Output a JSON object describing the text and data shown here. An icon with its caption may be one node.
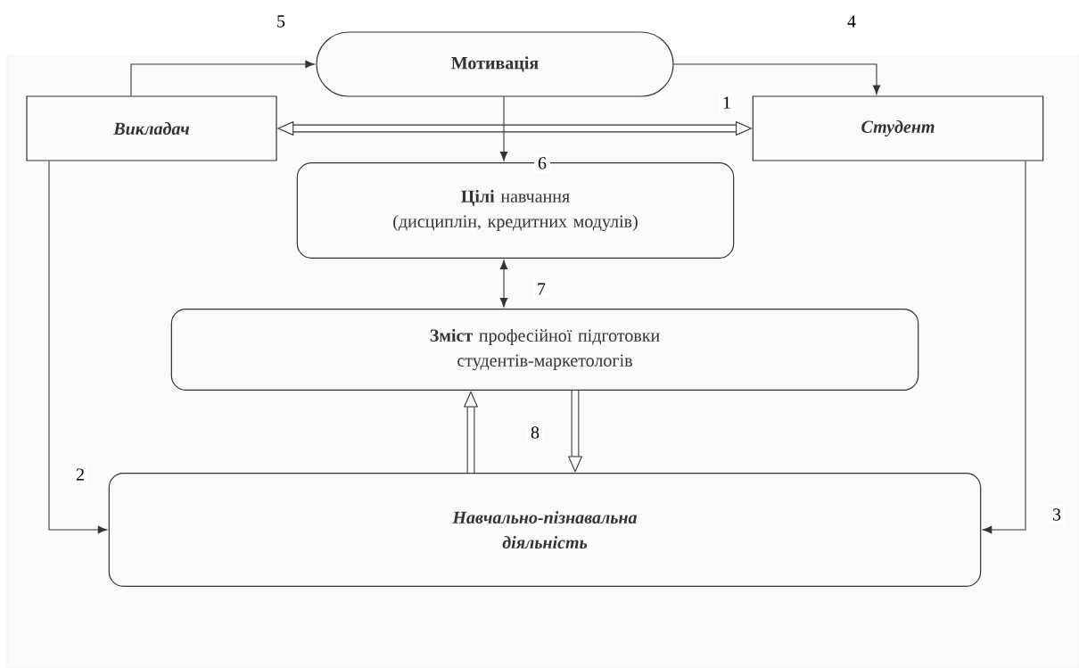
{
  "diagram": {
    "nodes": [
      {
        "text": [
          "Мотивація"
        ]
      },
      {
        "text": [
          "Викладач"
        ]
      },
      {
        "text": [
          "Студент"
        ]
      },
      {
        "text": [
          "**Цілі** навчання",
          "(дисциплін, кредитних модулів)"
        ]
      },
      {
        "text": [
          "**Зміст** професійної підготовки студентів-маркетологів"
        ]
      },
      {
        "text": [
          "Навчально-пізнавальна діяльність"
        ]
      }
    ],
    "edges": [
      {
        "from": 1,
        "to": 0,
        "arrow": "to",
        "label": "5"
      },
      {
        "from": 0,
        "to": 2,
        "arrow": "to",
        "label": "4"
      },
      {
        "from": 1,
        "to": 2,
        "arrow": "both",
        "style": "thick",
        "label": "1"
      },
      {
        "from": 0,
        "to": 3,
        "arrow": "to",
        "label": "6"
      },
      {
        "from": 3,
        "to": 4,
        "arrow": "both",
        "label": "7"
      },
      {
        "from": 1,
        "to": 5,
        "arrow": "to",
        "label": "2"
      },
      {
        "from": 2,
        "to": 5,
        "arrow": "to",
        "label": "3"
      },
      {
        "from": 5,
        "to": 4,
        "arrow": "to",
        "style": "thick"
      },
      {
        "from": 4,
        "to": 5,
        "arrow": "to",
        "style": "thick",
        "label": "8"
      }
    ]
  }
}
